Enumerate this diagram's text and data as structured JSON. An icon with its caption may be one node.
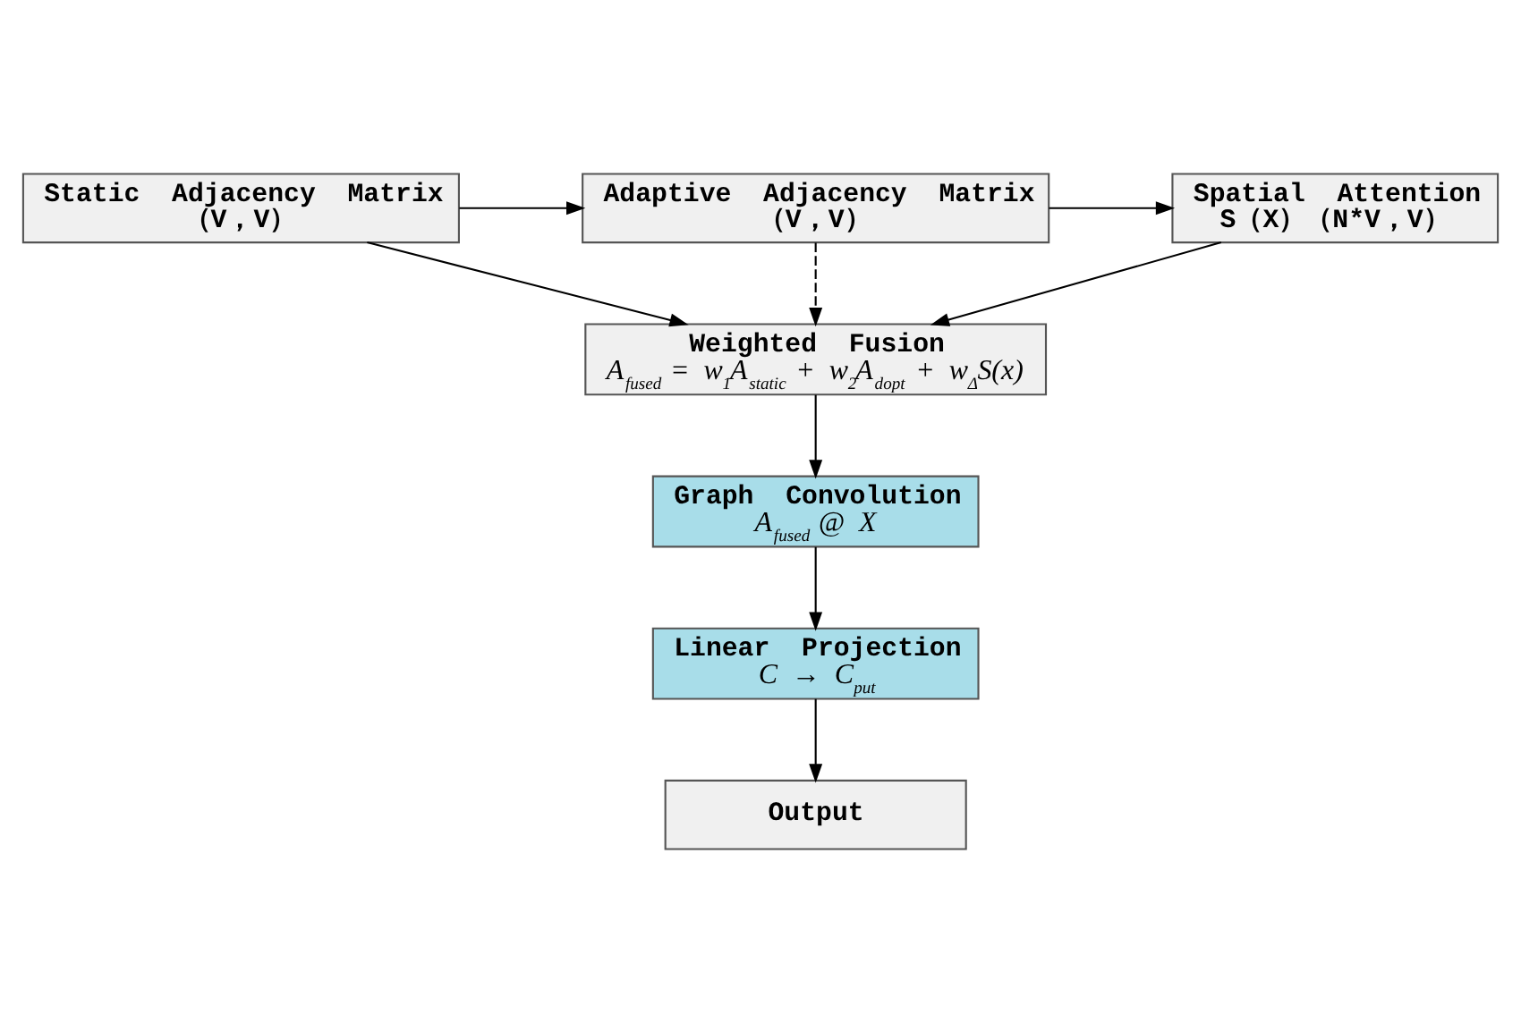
{
  "diagram": {
    "nodes": [
      {
        "text": [
          "Static Adjacency Matrix",
          "（V，V）"
        ]
      },
      {
        "text": [
          "Adaptive Adjacency Matrix",
          "（V，V）"
        ]
      },
      {
        "text": [
          "Spatial Attention",
          "S（X）（N*V，V）"
        ]
      },
      {
        "text": [
          "Weighted Fusion",
          "A$_{fused}$ = w$_{1}$A$_{static}$ + w$_{2}$A$_{dopt}$ + w$_{Δ}$S(x)"
        ]
      },
      {
        "text": [
          "Graph Convolution",
          "A$_{fused}$ @ X"
        ]
      },
      {
        "text": [
          "Linear Projection",
          "C → C$_{put}$"
        ]
      },
      {
        "text": [
          "Output"
        ]
      }
    ],
    "edges": [
      {
        "from": 0,
        "to": 1,
        "arrow": "to"
      },
      {
        "from": 1,
        "to": 2,
        "arrow": "to"
      },
      {
        "from": 0,
        "to": 3,
        "arrow": "to"
      },
      {
        "from": 1,
        "to": 3,
        "arrow": "to",
        "style": "dashed"
      },
      {
        "from": 2,
        "to": 3,
        "arrow": "to"
      },
      {
        "from": 3,
        "to": 4,
        "arrow": "to"
      },
      {
        "from": 4,
        "to": 5,
        "arrow": "to"
      },
      {
        "from": 5,
        "to": 6,
        "arrow": "to"
      }
    ]
  }
}
